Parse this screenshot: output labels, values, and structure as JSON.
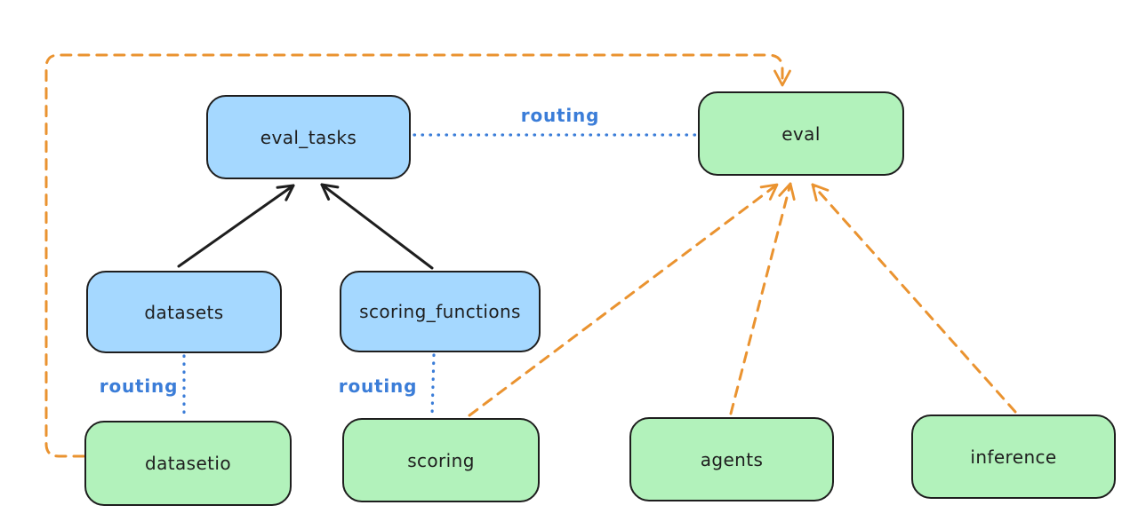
{
  "canvas": {
    "background": "#ffffff"
  },
  "diagram": {
    "nodes": {
      "eval_tasks": {
        "label": "eval_tasks",
        "fill": "#a5d8ff",
        "stroke": "#1e1e1e"
      },
      "eval": {
        "label": "eval",
        "fill": "#b2f2bb",
        "stroke": "#1e1e1e"
      },
      "datasets": {
        "label": "datasets",
        "fill": "#a5d8ff",
        "stroke": "#1e1e1e"
      },
      "scoring_functions": {
        "label": "scoring_functions",
        "fill": "#a5d8ff",
        "stroke": "#1e1e1e"
      },
      "datasetio": {
        "label": "datasetio",
        "fill": "#b2f2bb",
        "stroke": "#1e1e1e"
      },
      "scoring": {
        "label": "scoring",
        "fill": "#b2f2bb",
        "stroke": "#1e1e1e"
      },
      "agents": {
        "label": "agents",
        "fill": "#b2f2bb",
        "stroke": "#1e1e1e"
      },
      "inference": {
        "label": "inference",
        "fill": "#b2f2bb",
        "stroke": "#1e1e1e"
      }
    },
    "colors": {
      "dependency_arrow": "#1e1e1e",
      "routing_line": "#3b7dd8",
      "provider_arrow": "#ea9330",
      "blue_box_fill": "#a5d8ff",
      "green_box_fill": "#b2f2bb"
    },
    "edges": [
      {
        "from": "datasets",
        "to": "eval_tasks",
        "style": "solid",
        "arrow": true
      },
      {
        "from": "scoring_functions",
        "to": "eval_tasks",
        "style": "solid",
        "arrow": true
      },
      {
        "from": "eval_tasks",
        "to": "eval",
        "style": "dotted",
        "arrow": false,
        "label": "routing"
      },
      {
        "from": "datasets",
        "to": "datasetio",
        "style": "dotted",
        "arrow": false,
        "label": "routing"
      },
      {
        "from": "scoring_functions",
        "to": "scoring",
        "style": "dotted",
        "arrow": false,
        "label": "routing"
      },
      {
        "from": "datasetio",
        "to": "eval",
        "style": "dashed",
        "arrow": true,
        "route": "around-left-top"
      },
      {
        "from": "scoring",
        "to": "eval",
        "style": "dashed",
        "arrow": true
      },
      {
        "from": "agents",
        "to": "eval",
        "style": "dashed",
        "arrow": true
      },
      {
        "from": "inference",
        "to": "eval",
        "style": "dashed",
        "arrow": true
      }
    ]
  }
}
